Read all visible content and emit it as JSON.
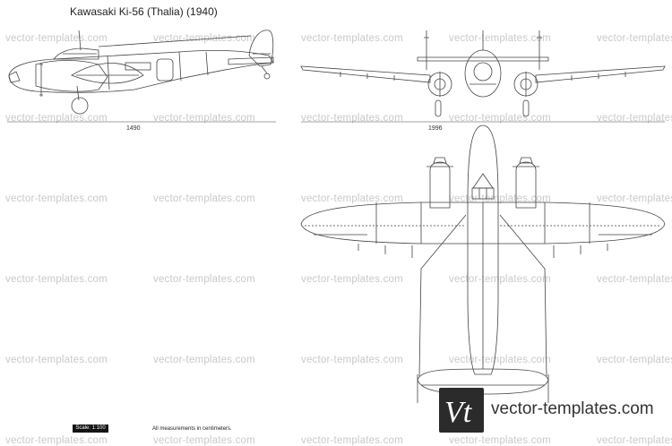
{
  "title": "Kawasaki Ki-56 (Thalia) (1940)",
  "watermark_text": "vector-templates.com",
  "dimensions": {
    "side_length": "1490",
    "front_span": "1996"
  },
  "scale_label": "Scale: 1:100",
  "measurement_note": "All measurements in centimeters.",
  "logo": {
    "mark": "Vt",
    "text": "vector-templates.com"
  },
  "colors": {
    "line": "#444444",
    "watermark": "#c9c9c9",
    "logo_bg": "#2b2b2b"
  }
}
